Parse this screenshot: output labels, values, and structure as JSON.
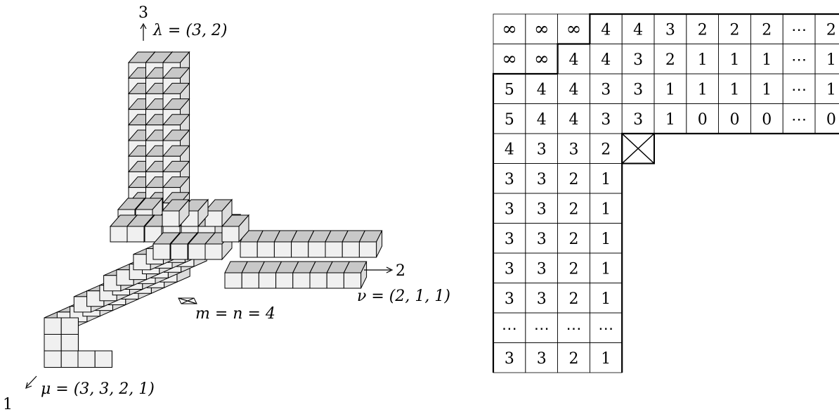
{
  "solid": {
    "axis_1_label": "1",
    "axis_2_label": "2",
    "axis_3_label": "3",
    "lambda_label": "λ = (3, 2)",
    "mu_label": "μ = (3, 3, 2, 1)",
    "nu_label": "ν = (2, 1, 1)",
    "mn_label": "m = n = 4",
    "colors": {
      "top": "#c8c8c8",
      "front": "#f0f0f0",
      "side": "#dcdcdc",
      "edge": "#000000"
    },
    "legs": {
      "axis3_rows": [
        3,
        2
      ],
      "axis1_rows": [
        3,
        3,
        2,
        1
      ],
      "axis2_rows": [
        2,
        1,
        1
      ]
    }
  },
  "grid": {
    "rows": [
      [
        "∞",
        "∞",
        "∞",
        "4",
        "4",
        "3",
        "2",
        "2",
        "2",
        "⋯",
        "2"
      ],
      [
        "∞",
        "∞",
        "4",
        "4",
        "3",
        "2",
        "1",
        "1",
        "1",
        "⋯",
        "1"
      ],
      [
        "5",
        "4",
        "4",
        "3",
        "3",
        "1",
        "1",
        "1",
        "1",
        "⋯",
        "1"
      ],
      [
        "5",
        "4",
        "4",
        "3",
        "3",
        "1",
        "0",
        "0",
        "0",
        "⋯",
        "0"
      ],
      [
        "4",
        "3",
        "3",
        "2",
        "☒"
      ],
      [
        "3",
        "3",
        "2",
        "1"
      ],
      [
        "3",
        "3",
        "2",
        "1"
      ],
      [
        "3",
        "3",
        "2",
        "1"
      ],
      [
        "3",
        "3",
        "2",
        "1"
      ],
      [
        "3",
        "3",
        "2",
        "1"
      ],
      [
        "⋯",
        "⋯",
        "⋯",
        "⋯"
      ],
      [
        "3",
        "3",
        "2",
        "1"
      ]
    ]
  }
}
